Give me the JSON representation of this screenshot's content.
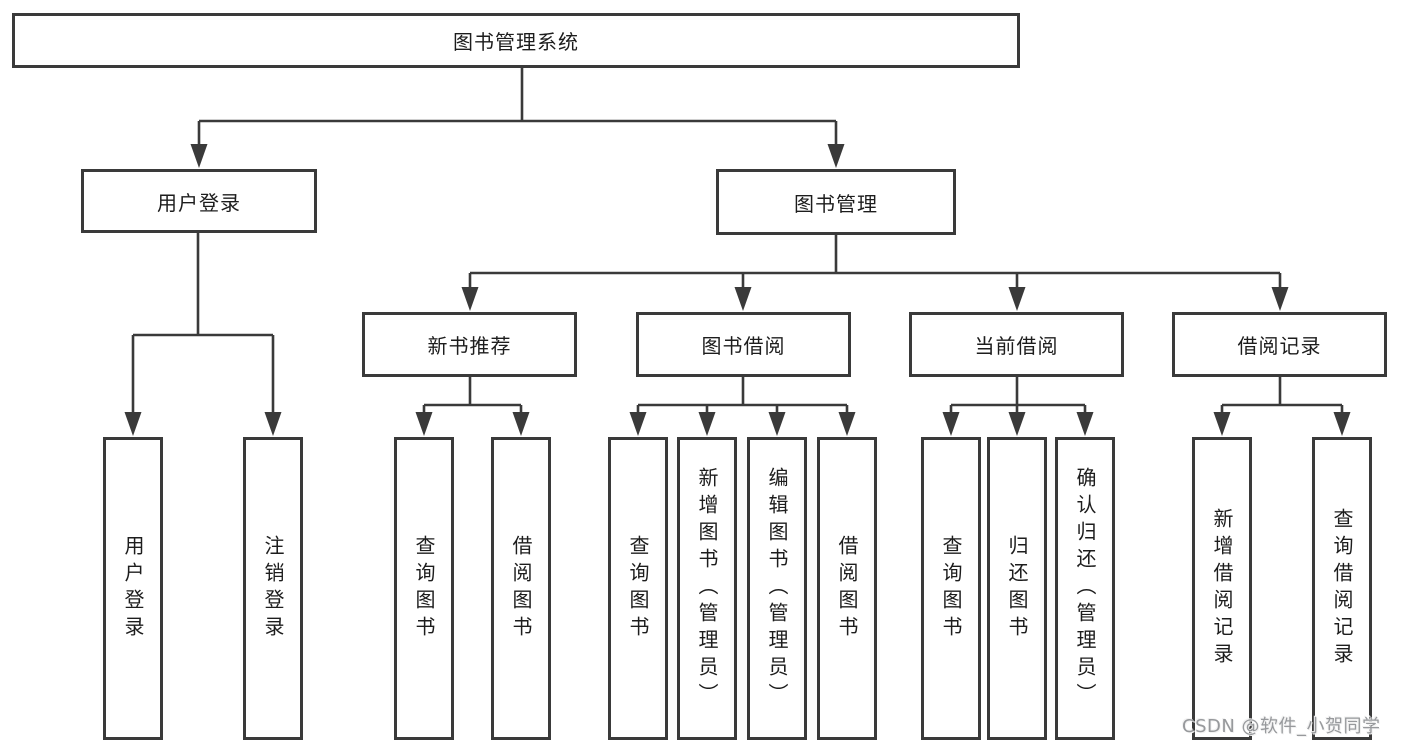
{
  "tree": {
    "root": {
      "label": "图书管理系统"
    },
    "user_login": {
      "label": "用户登录",
      "leaves": [
        {
          "label": "用户登录"
        },
        {
          "label": "注销登录"
        }
      ]
    },
    "book_management": {
      "label": "图书管理",
      "sections": [
        {
          "label": "新书推荐",
          "leaves": [
            {
              "label": "查询图书"
            },
            {
              "label": "借阅图书"
            }
          ]
        },
        {
          "label": "图书借阅",
          "leaves": [
            {
              "label": "查询图书"
            },
            {
              "label": "新增图书（管理员）"
            },
            {
              "label": "编辑图书（管理员）"
            },
            {
              "label": "借阅图书"
            }
          ]
        },
        {
          "label": "当前借阅",
          "leaves": [
            {
              "label": "查询图书"
            },
            {
              "label": "归还图书"
            },
            {
              "label": "确认归还（管理员）"
            }
          ]
        },
        {
          "label": "借阅记录",
          "leaves": [
            {
              "label": "新增借阅记录"
            },
            {
              "label": "查询借阅记录"
            }
          ]
        }
      ]
    }
  },
  "watermark": "CSDN @软件_小贺同学",
  "colors": {
    "line": "#3a3a3a",
    "box_border": "#3a3a3a",
    "text": "#1d1d1d",
    "background": "#ffffff",
    "watermark": "#97999c"
  }
}
